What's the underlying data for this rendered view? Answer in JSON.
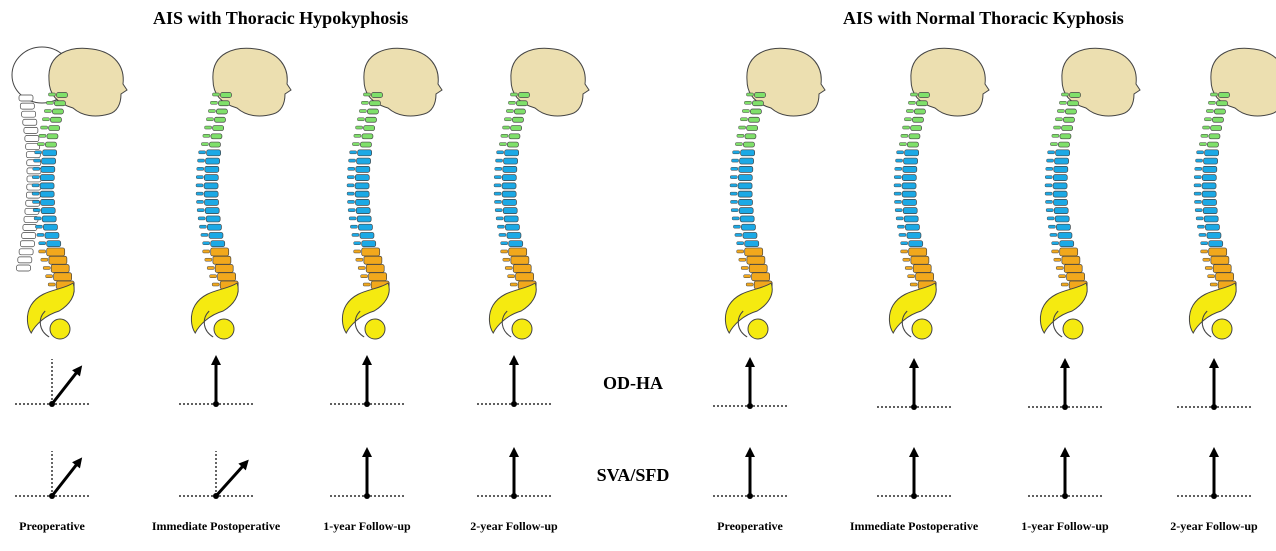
{
  "groups": [
    {
      "title": "AIS with Thoracic Hypokyphosis",
      "stages": [
        {
          "caption": "Preoperative",
          "head_tilt": "forward",
          "odha_tilt_deg": 38,
          "sva_tilt_deg": 38
        },
        {
          "caption": "Immediate Postoperative",
          "head_tilt": "neutral",
          "odha_tilt_deg": 0,
          "sva_tilt_deg": 42
        },
        {
          "caption": "1-year Follow-up",
          "head_tilt": "neutral",
          "odha_tilt_deg": 0,
          "sva_tilt_deg": 0
        },
        {
          "caption": "2-year Follow-up",
          "head_tilt": "neutral",
          "odha_tilt_deg": 0,
          "sva_tilt_deg": 0
        }
      ]
    },
    {
      "title": "AIS with Normal Thoracic Kyphosis",
      "stages": [
        {
          "caption": "Preoperative",
          "head_tilt": "neutral",
          "odha_tilt_deg": 0,
          "sva_tilt_deg": 0
        },
        {
          "caption": "Immediate Postoperative",
          "head_tilt": "neutral",
          "odha_tilt_deg": 0,
          "sva_tilt_deg": 0
        },
        {
          "caption": "1-year Follow-up",
          "head_tilt": "neutral",
          "odha_tilt_deg": 0,
          "sva_tilt_deg": 0
        },
        {
          "caption": "2-year Follow-up",
          "head_tilt": "neutral",
          "odha_tilt_deg": 0,
          "sva_tilt_deg": 0
        }
      ]
    }
  ],
  "row_labels": {
    "odha": "OD-HA",
    "sva": "SVA/SFD"
  },
  "colors": {
    "skull": "#ecdfb0",
    "cervical": "#7fe06a",
    "thoracic": "#1ba9e6",
    "lumbar": "#f2a81c",
    "sacrum": "#f5ea10",
    "femoral_head": "#f5ea10",
    "outline": "#444444",
    "ghost": "#ffffff"
  }
}
